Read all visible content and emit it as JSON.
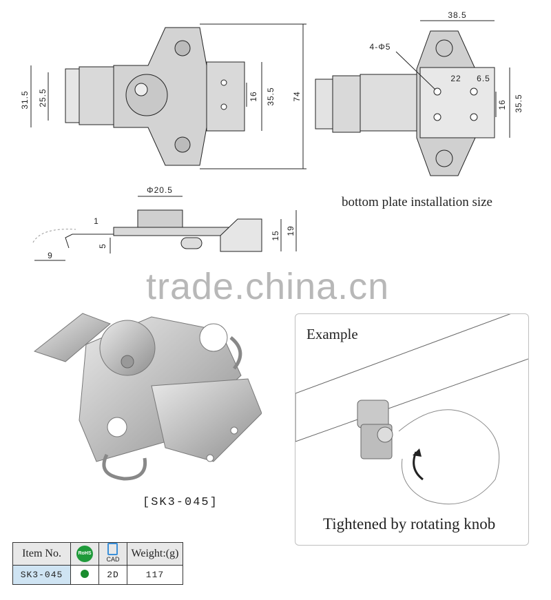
{
  "drawing": {
    "top_view": {
      "dim_overall_height": "74",
      "dim_left_outer": "31.5",
      "dim_left_inner": "25.5",
      "dim_hole_spacing": "16",
      "dim_plate_height": "35.5"
    },
    "plate_view": {
      "dim_width": "38.5",
      "dim_holes": "4-Φ5",
      "dim_hole_x": "22",
      "dim_hole_offset": "6.5",
      "dim_hole_spacing": "16",
      "dim_plate_height": "35.5",
      "caption": "bottom plate installation size"
    },
    "side_view": {
      "dim_knob": "Φ20.5",
      "dim_thickness": "1",
      "dim_hook_height": "5",
      "dim_hook_length": "9",
      "dim_height_a": "15",
      "dim_height_b": "19"
    }
  },
  "watermark": "trade.china.cn",
  "product_photo": {
    "code": "[SK3-045]"
  },
  "example": {
    "title": "Example",
    "caption": "Tightened by rotating knob"
  },
  "spec_table": {
    "headers": {
      "item": "Item No.",
      "rohs": "RoHS",
      "cad": "CAD",
      "weight": "Weight:(g)"
    },
    "row": {
      "item": "SK3-045",
      "cad": "2D",
      "weight": "117"
    },
    "colors": {
      "item_cell": "#cfe4f3",
      "rohs_green": "#1a8c2e"
    }
  }
}
